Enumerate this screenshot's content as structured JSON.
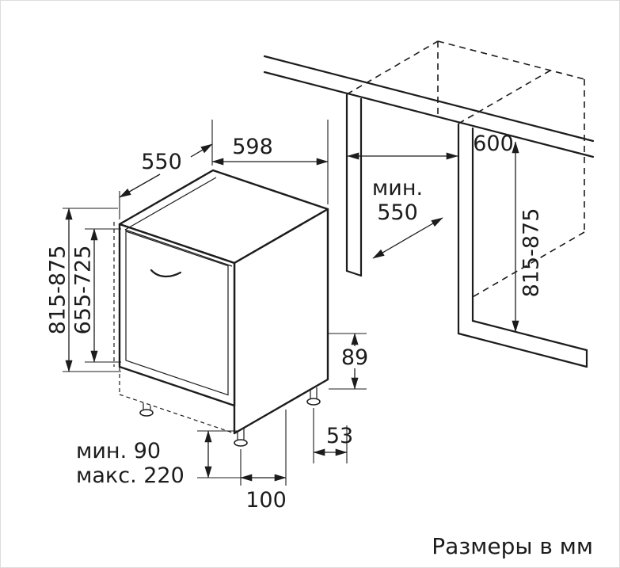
{
  "diagram": {
    "units_note": "Размеры в мм",
    "dimensions": {
      "top_depth": "550",
      "top_width": "598",
      "niche_width": "600",
      "niche_depth_min_line1": "мин.",
      "niche_depth_min_line2": "550",
      "appliance_height": "815-875",
      "front_panel_height": "655-725",
      "niche_height": "815-875",
      "rear_clearance_height": "89",
      "rear_foot_offset": "53",
      "front_foot_offset": "100",
      "plinth_min": "мин. 90",
      "plinth_max": "макс. 220"
    }
  }
}
